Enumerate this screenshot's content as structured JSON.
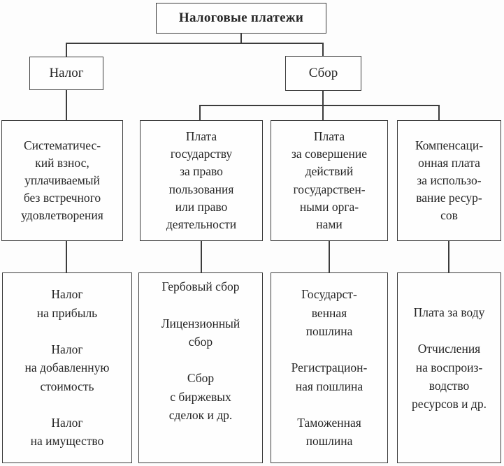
{
  "diagram": {
    "title": "Налоговые платежи",
    "branches": {
      "nalog": {
        "label": "Налог",
        "definition": "Систематичес-\nкий взнос,\nуплачиваемый\nбез встречного\nудовлетворения",
        "examples": "Налог\nна прибыль\n\nНалог\nна добавленную\nстоимость\n\nНалог\nна имущество"
      },
      "sbor": {
        "label": "Сбор",
        "types": [
          {
            "definition": "Плата\nгосударству\nза право\nпользования\nили право\nдеятельности",
            "examples": "Гербовый сбор\n\nЛицензионный\nсбор\n\nСбор\nс биржевых\nсделок и др."
          },
          {
            "definition": "Плата\nза совершение\nдействий\nгосударствен-\nными орга-\nнами",
            "examples": "Государст-\nвенная\nпошлина\n\nРегистрацион-\nная пошлина\n\nТаможенная\nпошлина"
          },
          {
            "definition": "Компенсаци-\nонная плата\nза использо-\nвание ресур-\nсов",
            "examples": "Плата за воду\n\nОтчисления\nна воспроиз-\nводство\nресурсов и др."
          }
        ]
      }
    },
    "style": {
      "line_color": "#3c3c3c",
      "background": "#fdfdfd",
      "text_color": "#262626"
    }
  }
}
